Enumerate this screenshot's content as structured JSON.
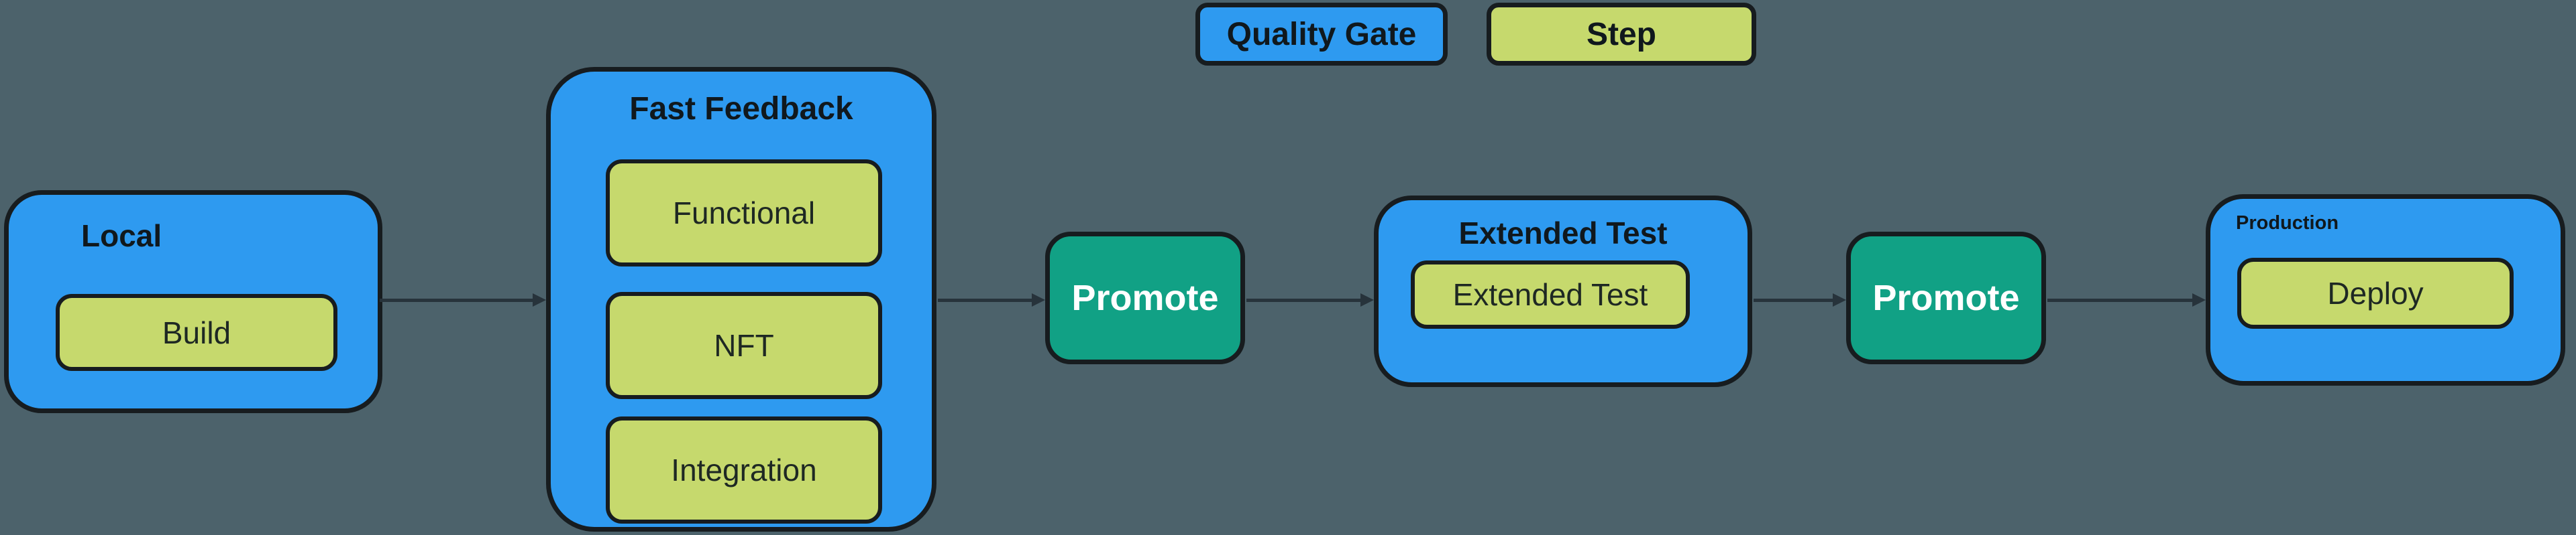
{
  "diagram": {
    "type": "pipeline-flow",
    "background_color": "#4c626b",
    "legend": {
      "items": [
        {
          "label": "Quality Gate",
          "kind": "quality-gate",
          "color": "#2e9af0"
        },
        {
          "label": "Step",
          "kind": "step",
          "color": "#c6d96d"
        }
      ]
    },
    "stages": [
      {
        "id": "local",
        "kind": "environment",
        "title": "Local",
        "steps": [
          "Build"
        ]
      },
      {
        "id": "fast-feedback",
        "kind": "environment",
        "title": "Fast Feedback",
        "steps": [
          "Functional",
          "NFT",
          "Integration"
        ]
      },
      {
        "id": "promote-1",
        "kind": "quality-gate",
        "label": "Promote"
      },
      {
        "id": "extended-test",
        "kind": "environment",
        "title": "Extended Test",
        "steps": [
          "Extended Test"
        ]
      },
      {
        "id": "promote-2",
        "kind": "quality-gate",
        "label": "Promote"
      },
      {
        "id": "production",
        "kind": "environment",
        "title": "Production",
        "steps": [
          "Deploy"
        ]
      }
    ],
    "edges": [
      {
        "from": "local",
        "to": "fast-feedback"
      },
      {
        "from": "fast-feedback",
        "to": "promote-1"
      },
      {
        "from": "promote-1",
        "to": "extended-test"
      },
      {
        "from": "extended-test",
        "to": "promote-2"
      },
      {
        "from": "promote-2",
        "to": "production"
      }
    ],
    "colors": {
      "environment_blue": "#2e9af0",
      "step_green": "#c6d96d",
      "quality_gate_teal": "#11a185",
      "node_border": "#171c1f",
      "edge_line": "#27333b",
      "title_text": "#10181d",
      "step_text": "#1e2823",
      "promote_text": "#ffffff"
    }
  }
}
